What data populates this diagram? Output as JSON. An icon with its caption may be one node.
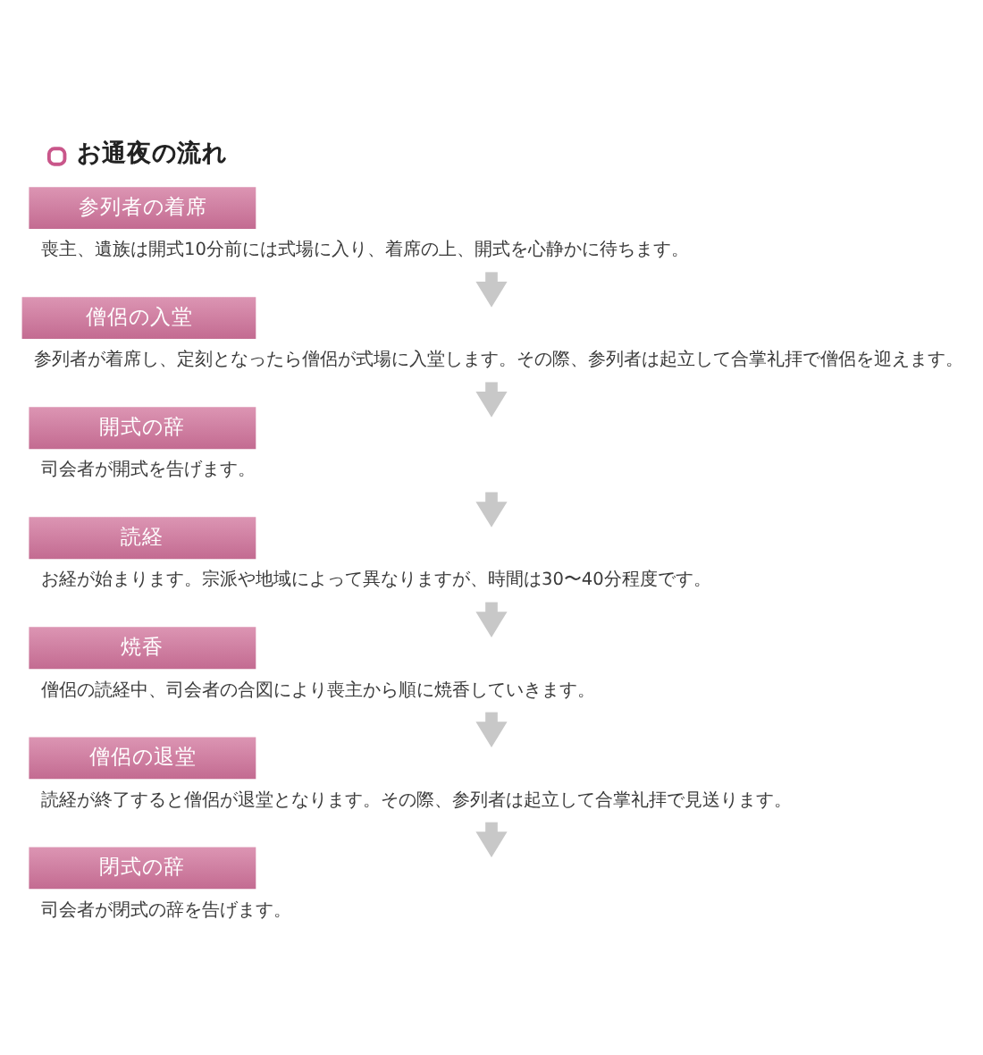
{
  "diagram": {
    "title": "お通夜の流れ",
    "nodes": [
      {
        "text": [
          "参列者の着席"
        ],
        "beside": [
          "喪主、遺族は開式10分前には式場に入り、着席の上、開式を心静かに待ちます。"
        ]
      },
      {
        "text": [
          "僧侶の入堂"
        ],
        "beside": [
          "参列者が着席し、定刻となったら僧侶が式場に入堂します。その際、参列者は起立して合掌礼拝で僧侶を迎えます。"
        ]
      },
      {
        "text": [
          "開式の辞"
        ],
        "beside": [
          "司会者が開式を告げます。"
        ]
      },
      {
        "text": [
          "読経"
        ],
        "beside": [
          "お経が始まります。宗派や地域によって異なりますが、時間は30〜40分程度です。"
        ]
      },
      {
        "text": [
          "焼香"
        ],
        "beside": [
          "僧侶の読経中、司会者の合図により喪主から順に焼香していきます。"
        ]
      },
      {
        "text": [
          "僧侶の退堂"
        ],
        "beside": [
          "読経が終了すると僧侶が退堂となります。その際、参列者は起立して合掌礼拝で見送ります。"
        ]
      },
      {
        "text": [
          "閉式の辞"
        ],
        "beside": [
          "司会者が閉式の辞を告げます。"
        ]
      }
    ],
    "edges": [
      {
        "from": 0,
        "to": 1,
        "arrow": "to"
      },
      {
        "from": 1,
        "to": 2,
        "arrow": "to"
      },
      {
        "from": 2,
        "to": 3,
        "arrow": "to"
      },
      {
        "from": 3,
        "to": 4,
        "arrow": "to"
      },
      {
        "from": 4,
        "to": 5,
        "arrow": "to"
      },
      {
        "from": 5,
        "to": 6,
        "arrow": "to"
      }
    ]
  }
}
